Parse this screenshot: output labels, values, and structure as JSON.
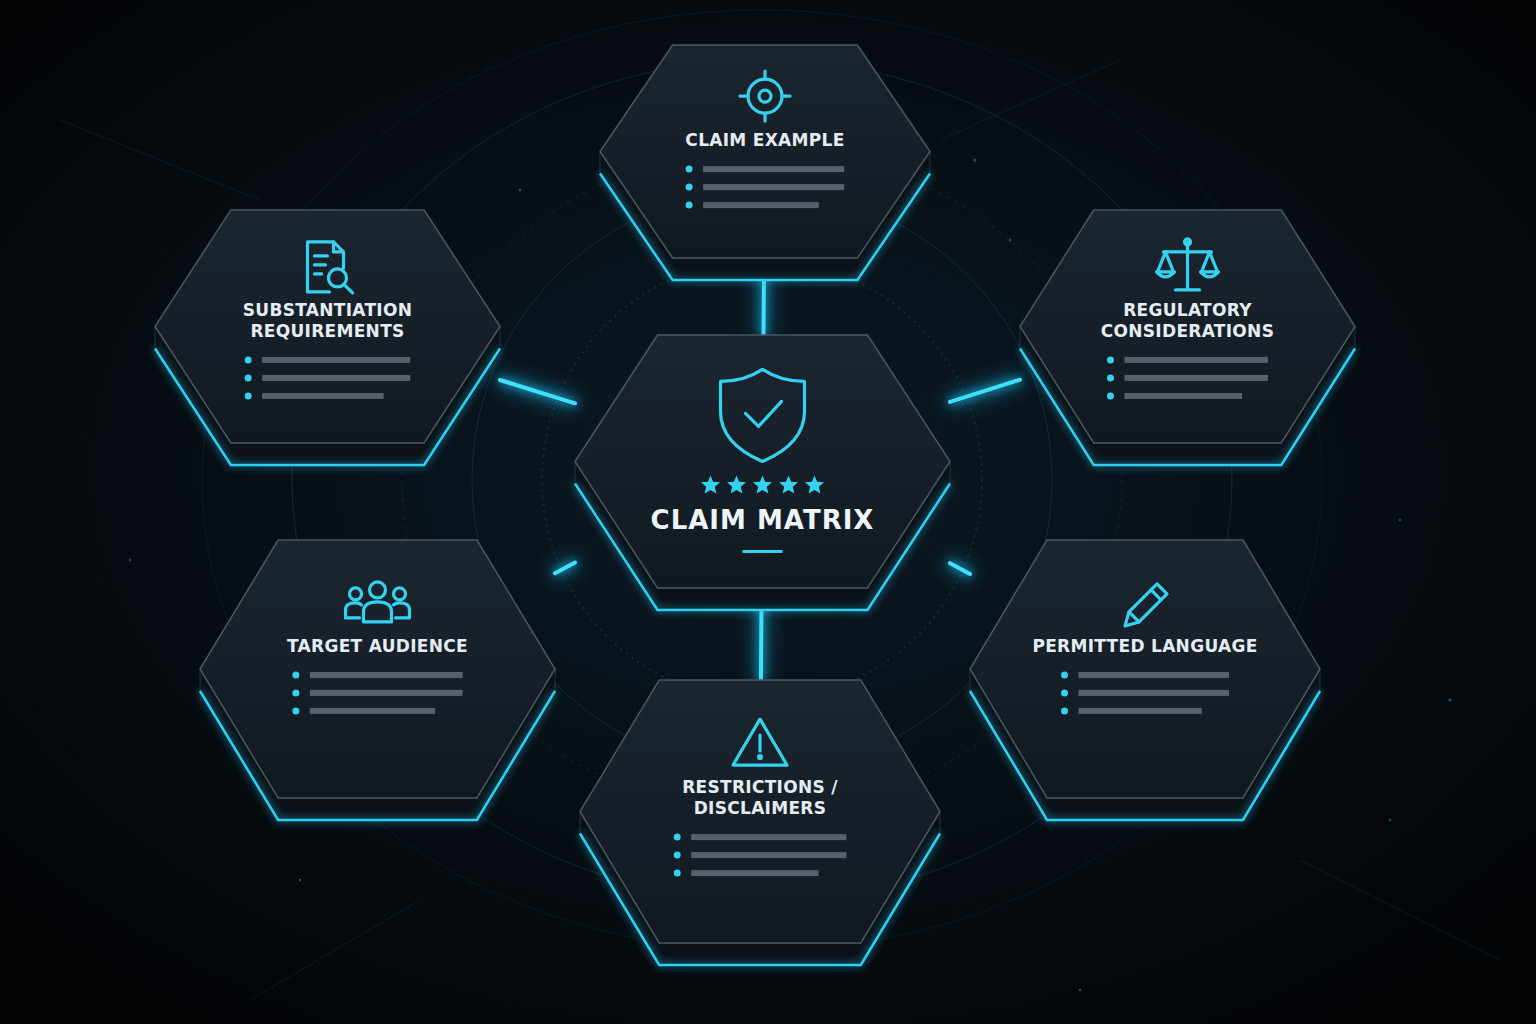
{
  "diagram": {
    "nodes": [
      {
        "text": [
          "CLAIM EXAMPLE"
        ]
      },
      {
        "text": [
          "SUBSTANTIATION REQUIREMENTS"
        ]
      },
      {
        "text": [
          "REGULATORY CONSIDERATIONS"
        ]
      },
      {
        "text": [
          "CLAIM MATRIX"
        ]
      },
      {
        "text": [
          "TARGET AUDIENCE"
        ]
      },
      {
        "text": [
          "PERMITTED LANGUAGE"
        ]
      },
      {
        "text": [
          "RESTRICTIONS / DISCLAIMERS"
        ]
      }
    ],
    "edges": [
      {
        "from": 3,
        "to": 0,
        "arrow": "none"
      },
      {
        "from": 3,
        "to": 1,
        "arrow": "none"
      },
      {
        "from": 3,
        "to": 2,
        "arrow": "none"
      },
      {
        "from": 3,
        "to": 4,
        "arrow": "none"
      },
      {
        "from": 3,
        "to": 5,
        "arrow": "none"
      },
      {
        "from": 3,
        "to": 6,
        "arrow": "none"
      }
    ]
  }
}
